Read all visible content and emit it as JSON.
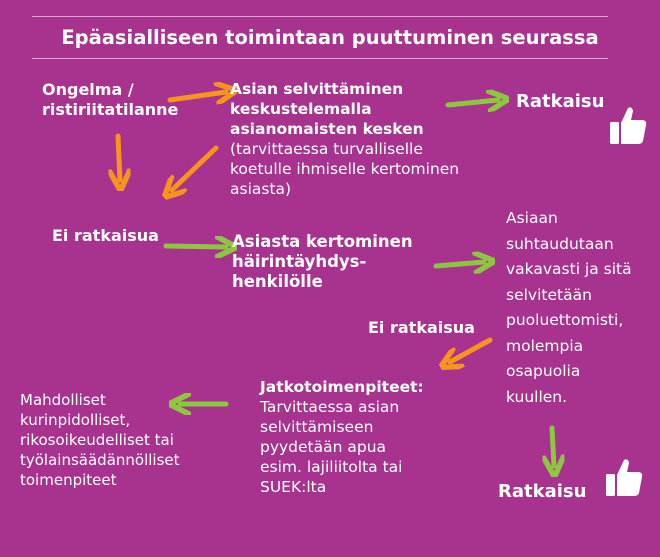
{
  "title": "Epäasialliseen toimintaan puuttuminen seurassa",
  "nodes": {
    "problem": [
      "Ongelma /",
      "ristiriitatilanne"
    ],
    "clarify_bold": [
      "Asian selvittäminen",
      "keskustelemalla",
      "asianomaisten kesken"
    ],
    "clarify_normal": [
      "(tarvittaessa turvalliselle",
      "koetulle ihmiselle kertominen",
      "asiasta)"
    ],
    "solution_1": "Ratkaisu",
    "no_solution_1": "Ei ratkaisua",
    "tell_contact": [
      "Asiasta kertominen",
      "häirintäyhdys-",
      "henkilölle"
    ],
    "serious": [
      "Asiaan",
      "suhtaudutaan",
      "vakavasti ja sitä",
      "selvitetään",
      "puoluettomisti,",
      "molempia",
      "osapuolia",
      "kuullen."
    ],
    "no_solution_2": "Ei ratkaisua",
    "followup_title": "Jatkotoimenpiteet:",
    "followup_text": [
      "Tarvittaessa asian",
      "selvittämiseen",
      "pyydetään apua",
      "esim. lajiliitolta tai",
      "SUEK:lta"
    ],
    "measures": [
      "Mahdolliset",
      "kurinpidolliset,",
      "rikosoikeudelliset tai",
      "työlainsäädännölliset",
      "toimenpiteet"
    ],
    "solution_2": "Ratkaisu"
  },
  "colors": {
    "background": "#a8338f",
    "text": "#ffffff",
    "arrow_orange": "#f7941d",
    "arrow_green": "#8dc63f"
  },
  "icons": [
    "thumbs-up-icon",
    "thumbs-up-icon"
  ]
}
